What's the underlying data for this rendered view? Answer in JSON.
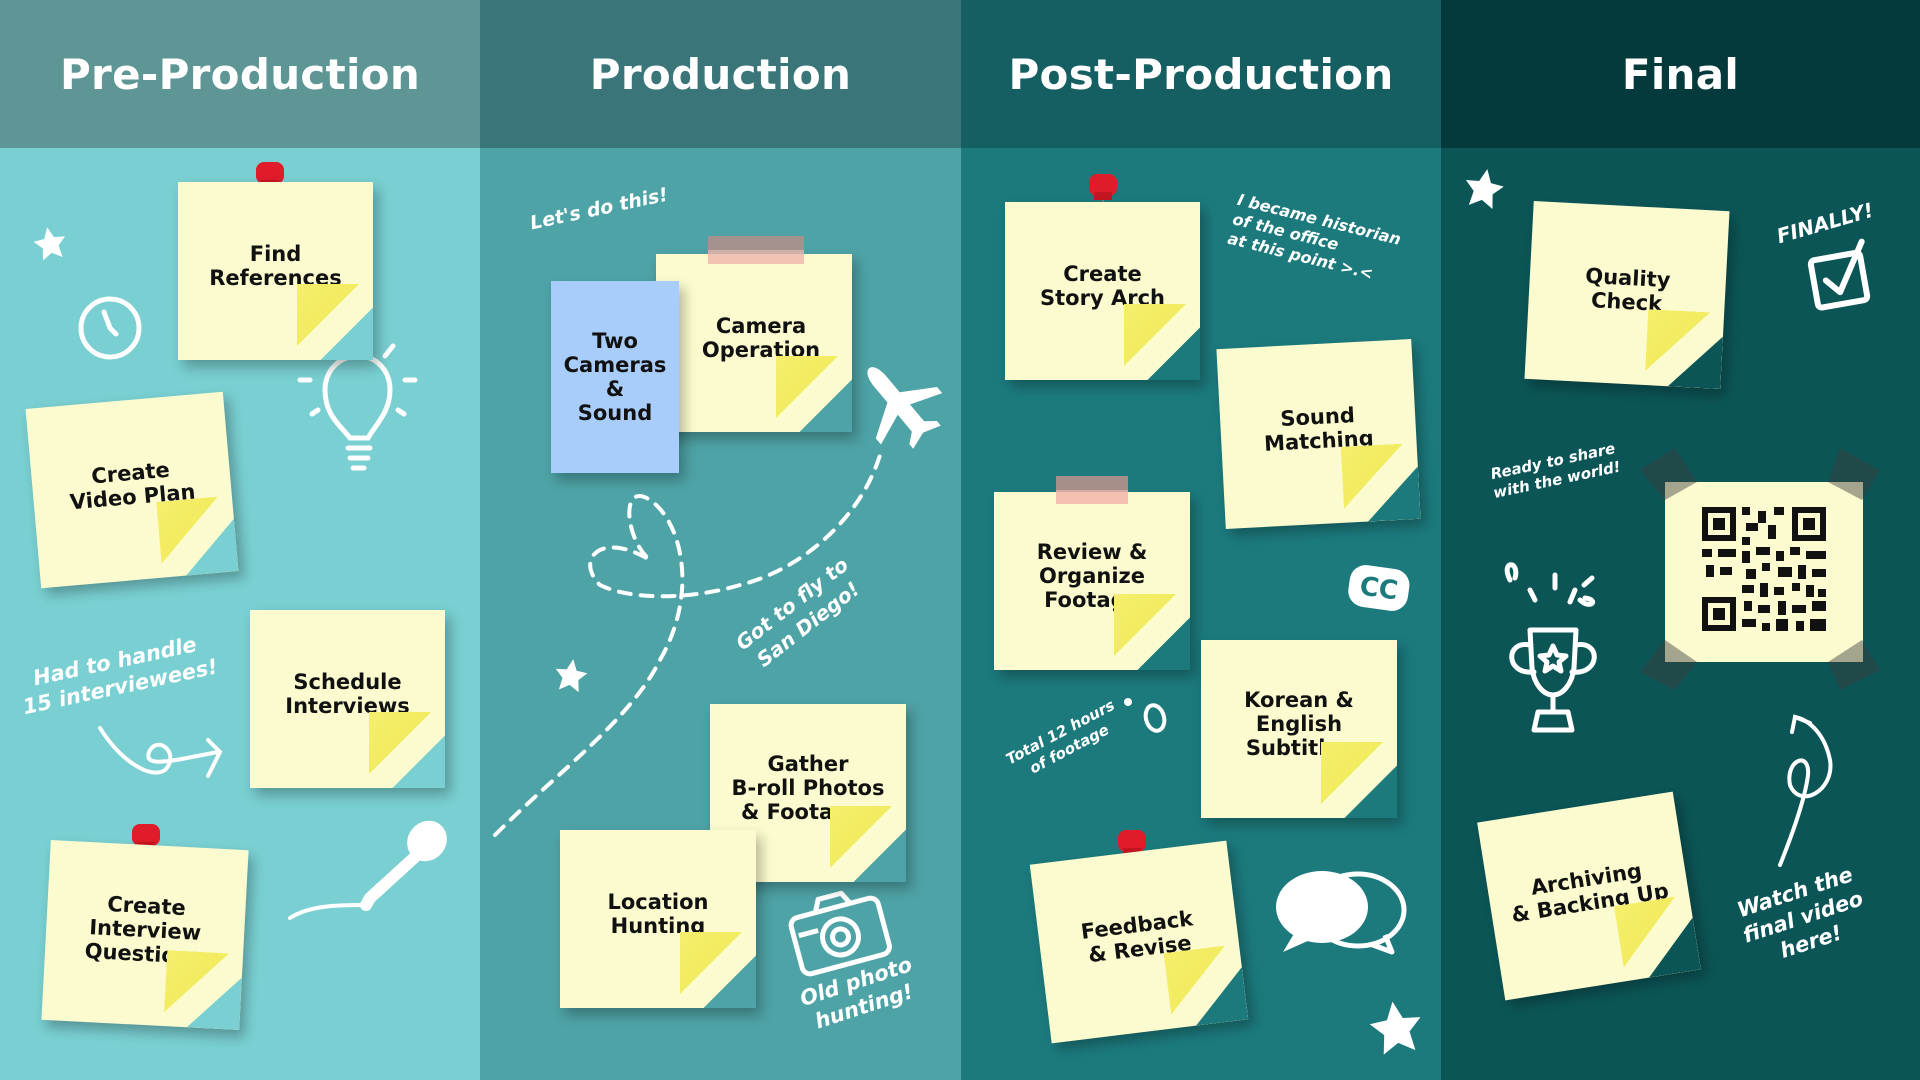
{
  "columns": [
    {
      "title": "Pre-Production"
    },
    {
      "title": "Production"
    },
    {
      "title": "Post-Production"
    },
    {
      "title": "Final"
    }
  ],
  "notes": {
    "find_references": "Find\nReferences",
    "create_video_plan": "Create\nVideo Plan",
    "schedule_interviews": "Schedule\nInterviews",
    "create_interview_questions": "Create\nInterview\nQuestions",
    "two_cameras_sound": "Two\nCameras\n&\nSound",
    "camera_operation": "Camera\nOperation",
    "gather_broll": "Gather\nB-roll Photos\n& Footages",
    "location_hunting": "Location\nHunting",
    "create_story_arch": "Create\nStory Arch",
    "sound_matching": "Sound\nMatching",
    "review_organize_footage": "Review &\nOrganize\nFootage",
    "korean_english_subtitles": "Korean &\nEnglish\nSubtitles",
    "feedback_revise": "Feedback\n& Revise",
    "quality_check": "Quality\nCheck",
    "archiving_backing_up": "Archiving\n& Backing Up"
  },
  "annotations": {
    "had_to_handle": "Had to handle\n15 interviewees!",
    "lets_do_this": "Let's do this!",
    "got_to_fly": "Got to fly to\nSan Diego!",
    "old_photo": "Old photo\nhunting!",
    "became_historian": "I became historian\nof the office\nat this point >.<",
    "total_hours": "Total 12 hours\nof footage",
    "finally": "FINALLY!",
    "ready_to_share": "Ready to share\nwith the world!",
    "watch_final": "Watch the\nfinal video\nhere!",
    "cc_badge": "CC"
  },
  "colors": {
    "col1_header": "#5d9694",
    "col1_body": "#79cfd1",
    "col2_header": "#3a7679",
    "col2_body": "#4ea3a6",
    "col3_header": "#155e62",
    "col3_body": "#1c7a7d",
    "col4_header": "#053a3c",
    "col4_body": "#0c5557",
    "note": "#fbfbcf",
    "note_curl": "#f4ee6c",
    "note_blue": "#a9cdfa",
    "pin": "#e01b2a"
  },
  "icons": [
    "star-icon",
    "clock-icon",
    "lightbulb-icon",
    "microphone-icon",
    "airplane-icon",
    "heart-path-icon",
    "camera-icon",
    "cc-icon",
    "speech-bubbles-icon",
    "checkbox-icon",
    "trophy-icon",
    "qr-code-icon",
    "arrow-icon"
  ]
}
